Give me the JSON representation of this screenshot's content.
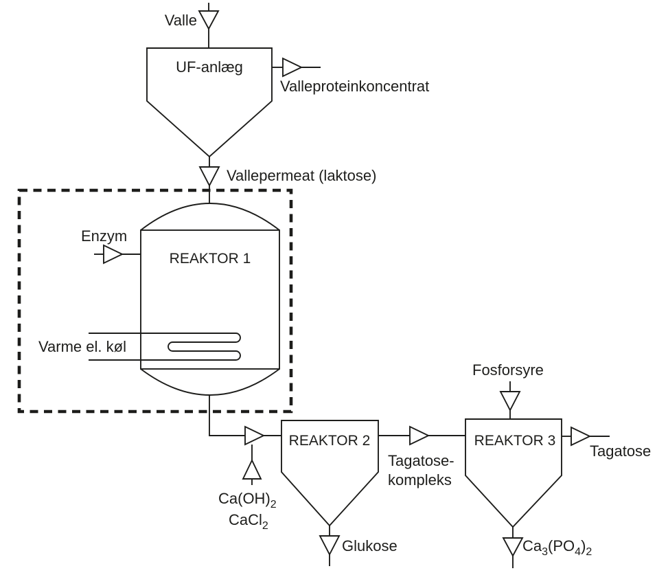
{
  "labels": {
    "valle": "Valle",
    "uf": "UF-anlæg",
    "valleprotein": "Valleproteinkoncentrat",
    "vallepermeat": "Vallepermeat (laktose)",
    "enzym": "Enzym",
    "reaktor1": "REAKTOR 1",
    "varme": "Varme el. køl",
    "caoh2_main": "Ca(OH)",
    "caoh2_sub": "2",
    "cacl2_main": "CaCl",
    "cacl2_sub": "2",
    "reaktor2": "REAKTOR 2",
    "tagatose_l1": "Tagatose-",
    "tagatose_l2": "kompleks",
    "glukose": "Glukose",
    "fosforsyre": "Fosforsyre",
    "reaktor3": "REAKTOR 3",
    "tagatose_out": "Tagatose",
    "ca3po42_p1": "Ca",
    "ca3po42_s1": "3",
    "ca3po42_p2": "(PO",
    "ca3po42_s2": "4",
    "ca3po42_p3": ")",
    "ca3po42_s3": "2"
  },
  "colors": {
    "line": "#1d1d1b",
    "background": "#ffffff"
  }
}
